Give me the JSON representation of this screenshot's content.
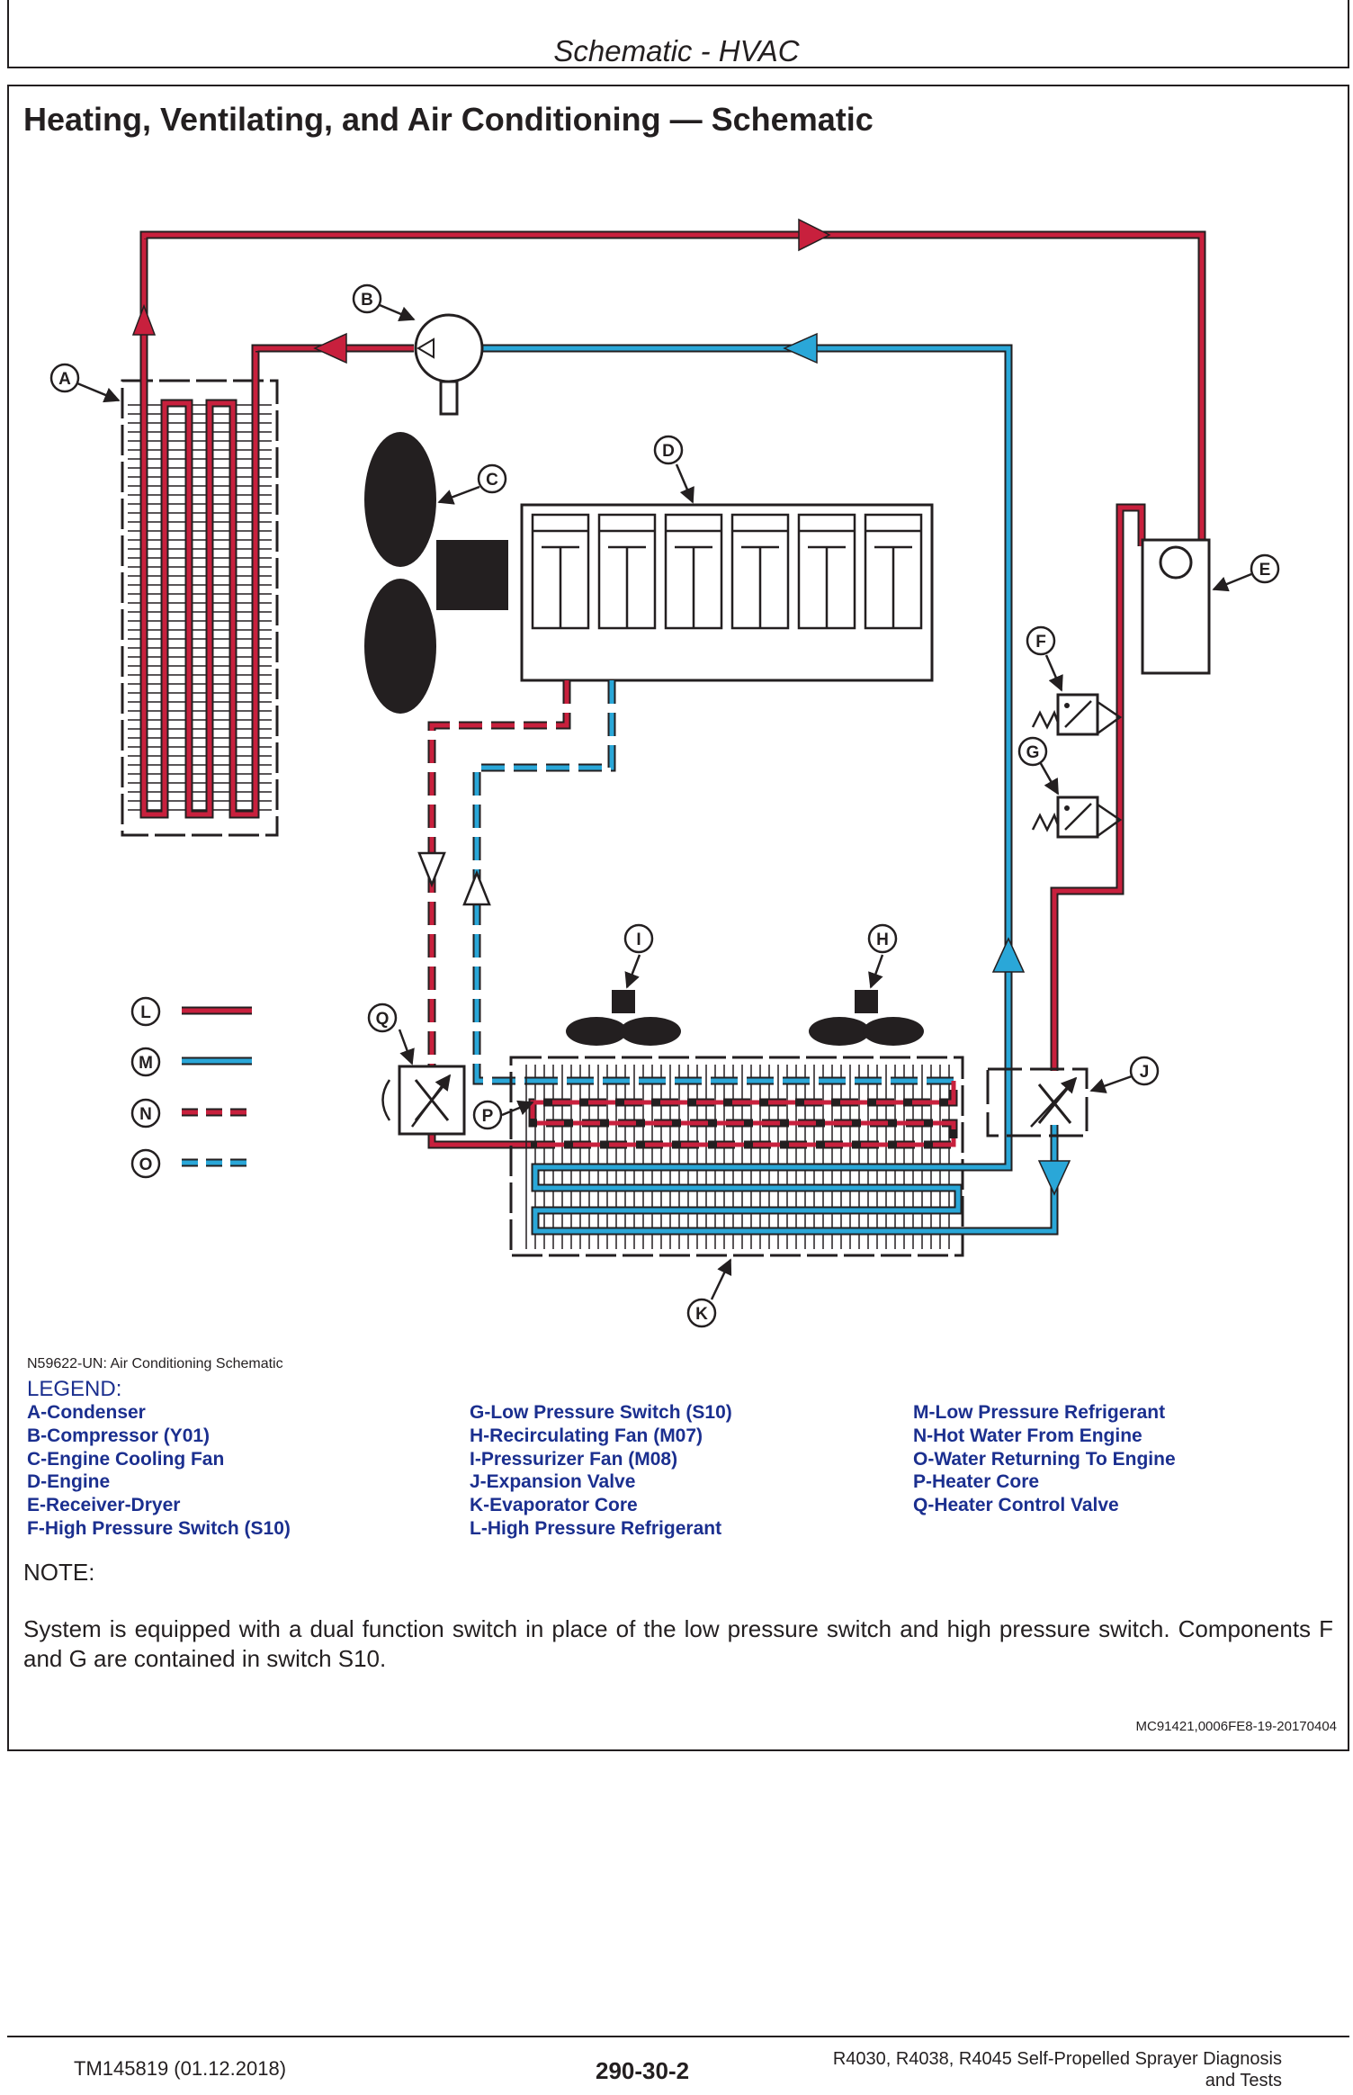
{
  "header": {
    "title": "Schematic - HVAC"
  },
  "section_title": "Heating, Ventilating, and Air Conditioning — Schematic",
  "figure_id": "N59622-UN: Air Conditioning Schematic",
  "legend": {
    "heading": "LEGEND:",
    "columns": [
      [
        "A-Condenser",
        "B-Compressor (Y01)",
        "C-Engine Cooling Fan",
        "D-Engine",
        "E-Receiver-Dryer",
        "F-High Pressure Switch (S10)"
      ],
      [
        "G-Low Pressure Switch (S10)",
        "H-Recirculating Fan (M07)",
        "I-Pressurizer Fan (M08)",
        "J-Expansion Valve",
        "K-Evaporator Core",
        "L-High Pressure Refrigerant"
      ],
      [
        "M-Low Pressure Refrigerant",
        "N-Hot Water From Engine",
        "O-Water Returning To Engine",
        "P-Heater Core",
        "Q-Heater Control Valve"
      ]
    ]
  },
  "callouts": [
    "A",
    "B",
    "C",
    "D",
    "E",
    "F",
    "G",
    "H",
    "I",
    "J",
    "K",
    "L",
    "M",
    "N",
    "O",
    "P",
    "Q"
  ],
  "line_colors": {
    "high_pressure": "#c8203d",
    "low_pressure": "#2aa7d8"
  },
  "note": {
    "heading": "NOTE:",
    "text": "System is equipped with a dual function switch in place of the low pressure switch and high pressure switch. Components F and G are contained in switch S10."
  },
  "doc_code": "MC91421,0006FE8-19-20170404",
  "footer": {
    "left": "TM145819 (01.12.2018)",
    "center": "290-30-2",
    "right_line1": "R4030, R4038, R4045 Self-Propelled Sprayer Diagnosis",
    "right_line2": "and Tests"
  }
}
